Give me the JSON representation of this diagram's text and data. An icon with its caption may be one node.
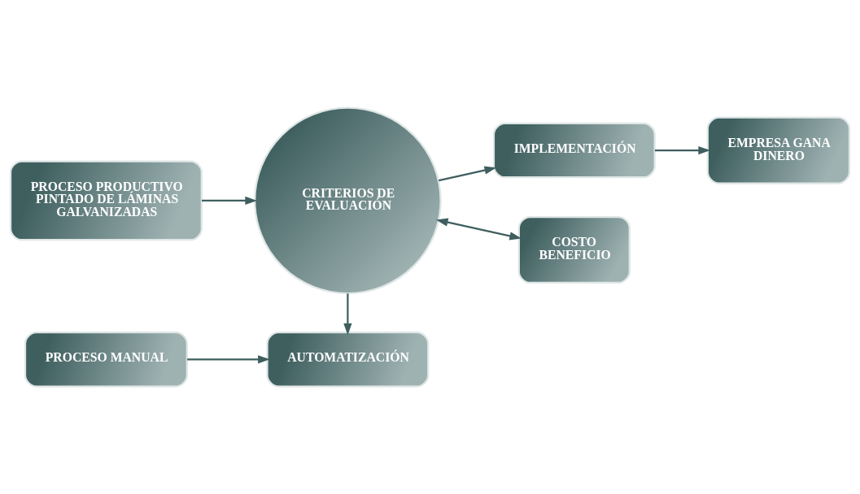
{
  "diagram": {
    "nodes": [
      {
        "text": [
          "PROCESO MANUAL"
        ]
      },
      {
        "text": [
          "PROCESO PRODUCTIVO PINTADO DE LÁMINAS GALVANIZADAS"
        ]
      },
      {
        "text": [
          "CRITERIOS DE EVALUACIÓN"
        ]
      },
      {
        "text": [
          "IMPLEMENTACIÓN"
        ]
      },
      {
        "text": [
          "AUTOMATIZACIÓN"
        ]
      },
      {
        "text": [
          "COSTO BENEFICIO"
        ]
      },
      {
        "text": [
          "EMPRESA GANA DINERO"
        ]
      }
    ],
    "edges": [
      {
        "from": 0,
        "to": 4,
        "arrow": "to"
      },
      {
        "from": 1,
        "to": 2,
        "arrow": "to"
      },
      {
        "from": 2,
        "to": 3,
        "arrow": "to"
      },
      {
        "from": 3,
        "to": 6,
        "arrow": "to"
      },
      {
        "from": 2,
        "to": 4,
        "arrow": "to"
      },
      {
        "from": 2,
        "to": 5,
        "arrow": "both"
      }
    ]
  }
}
